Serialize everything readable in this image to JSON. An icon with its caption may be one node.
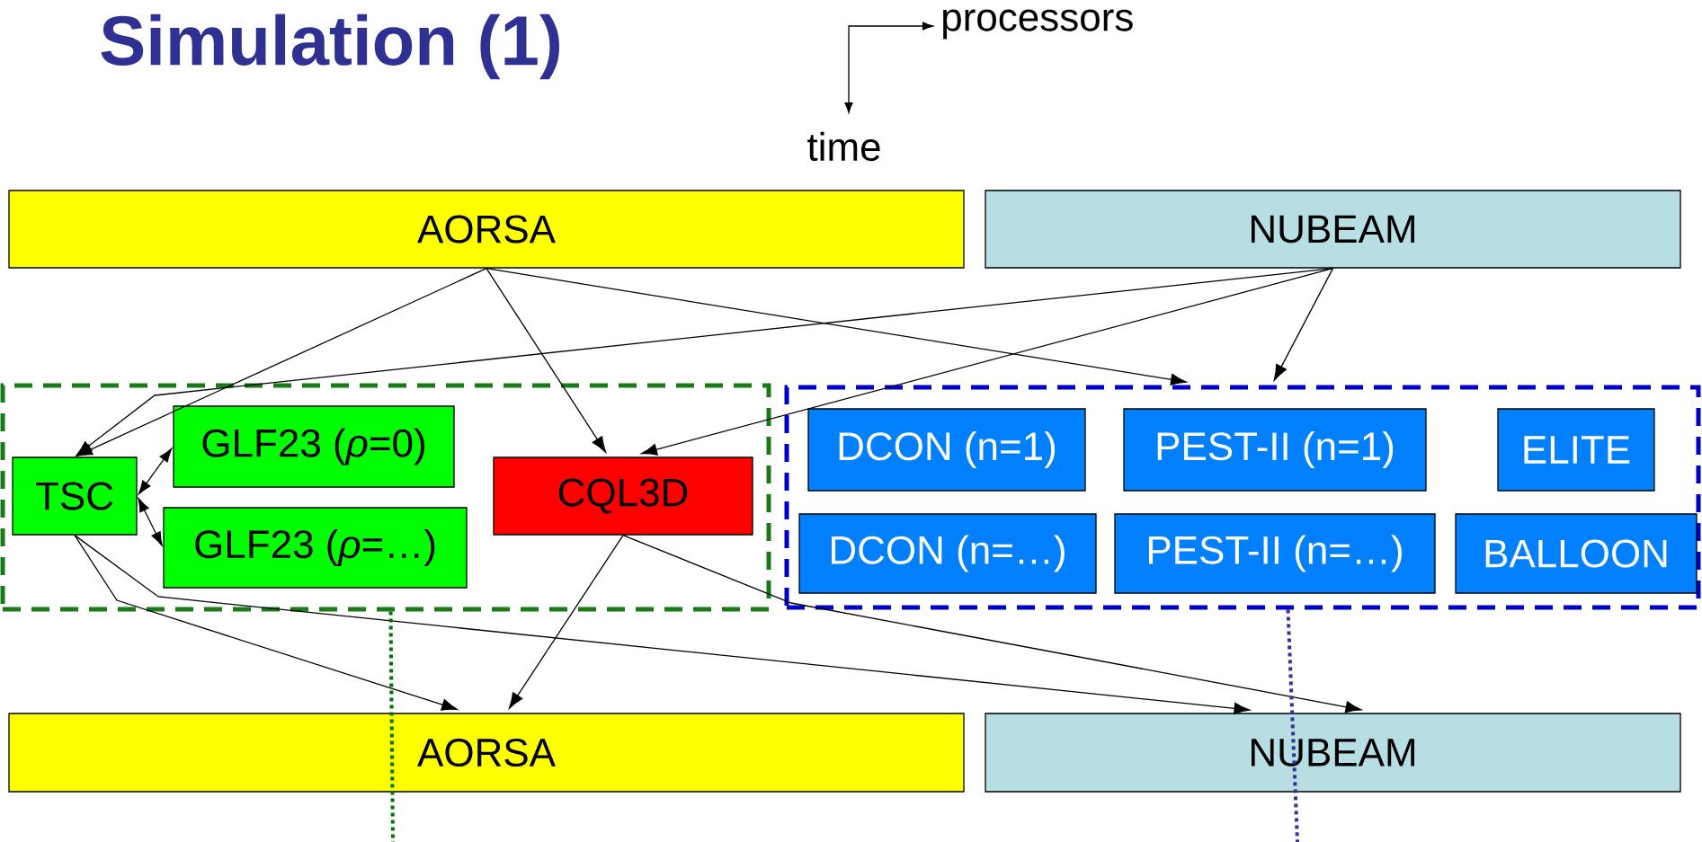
{
  "diagram": {
    "title": "Simulation (1)",
    "nodes": [
      {
        "text": [
          "AORSA"
        ]
      },
      {
        "text": [
          "NUBEAM"
        ]
      },
      {
        "text": [],
        "shape": "box"
      },
      {
        "text": [
          "TSC"
        ],
        "in": 2
      },
      {
        "text": [
          "GLF23 (*ρ*=0)"
        ],
        "in": 2
      },
      {
        "text": [
          "GLF23 (*ρ*=…)"
        ],
        "in": 2
      },
      {
        "text": [
          "CQL3D"
        ],
        "in": 2
      },
      {
        "text": [],
        "shape": "box"
      },
      {
        "text": [
          "DCON (n=1)"
        ],
        "in": 7
      },
      {
        "text": [
          "PEST-II (n=1)"
        ],
        "in": 7
      },
      {
        "text": [
          "ELITE"
        ],
        "in": 7
      },
      {
        "text": [
          "DCON (n=…)"
        ],
        "in": 7
      },
      {
        "text": [
          "PEST-II (n=…)"
        ],
        "in": 7
      },
      {
        "text": [
          "BALLOON"
        ],
        "in": 7
      },
      {
        "text": [
          "AORSA"
        ]
      },
      {
        "text": [
          "NUBEAM"
        ]
      }
    ],
    "edges": [
      {
        "from": 0,
        "to": 3,
        "arrow": "to"
      },
      {
        "from": 0,
        "to": 6,
        "arrow": "to"
      },
      {
        "from": 0,
        "to": 7,
        "arrow": "to"
      },
      {
        "from": 1,
        "to": 7,
        "arrow": "to"
      },
      {
        "from": 1,
        "to": 6,
        "arrow": "to"
      },
      {
        "from": 1,
        "to": 3,
        "arrow": "to"
      },
      {
        "from": 3,
        "to": 4,
        "arrow": "both"
      },
      {
        "from": 3,
        "to": 5,
        "arrow": "both"
      },
      {
        "from": 3,
        "to": 14,
        "arrow": "to"
      },
      {
        "from": 3,
        "to": 15,
        "arrow": "to"
      },
      {
        "from": 6,
        "to": 14,
        "arrow": "to"
      },
      {
        "from": 6,
        "to": 15,
        "arrow": "to"
      },
      {
        "from": 2,
        "to": null,
        "arrow": "none",
        "style": "dashed",
        "color": "#007000"
      },
      {
        "from": 7,
        "to": null,
        "arrow": "none",
        "style": "dashed",
        "color": "#333399"
      }
    ],
    "labels": [
      "processors",
      "time"
    ]
  }
}
